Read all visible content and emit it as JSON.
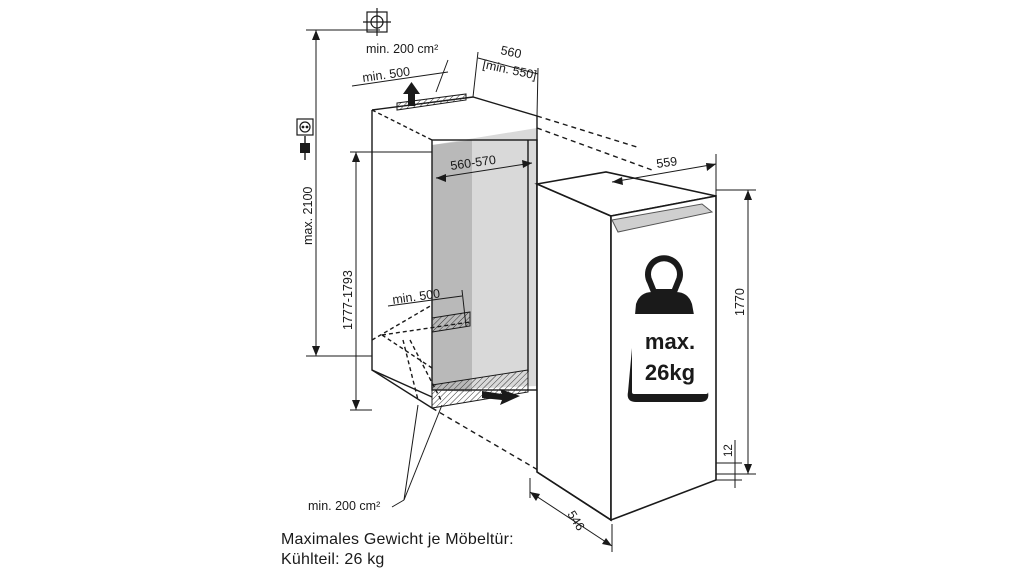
{
  "dimensions": {
    "top_vent_area": "min. 200 cm²",
    "top_vent_depth": "min. 500",
    "niche_depth": "560",
    "niche_depth_min": "[min. 550]",
    "niche_width": "560-570",
    "niche_height": "1777-1793",
    "max_socket_height": "max. 2100",
    "bottom_vent_depth": "min. 500",
    "bottom_vent_area": "min. 200 cm²",
    "appliance_width": "559",
    "appliance_height": "1770",
    "appliance_depth": "546",
    "plinth_gap": "12"
  },
  "weight_badge": {
    "line1": "max.",
    "line2": "26kg"
  },
  "caption": {
    "line1": "Maximales Gewicht je Möbeltür:",
    "line2": "Kühlteil: 26 kg"
  },
  "icons": {
    "socket": "power-socket-icon",
    "plug": "power-plug-icon",
    "target": "crosshair-target-icon",
    "weight": "weight-icon",
    "arrow": "airflow-arrow-icon"
  },
  "colors": {
    "line": "#1a1a1a",
    "shade": "#bdbdbd",
    "niche_back": "#d9d9d9"
  }
}
